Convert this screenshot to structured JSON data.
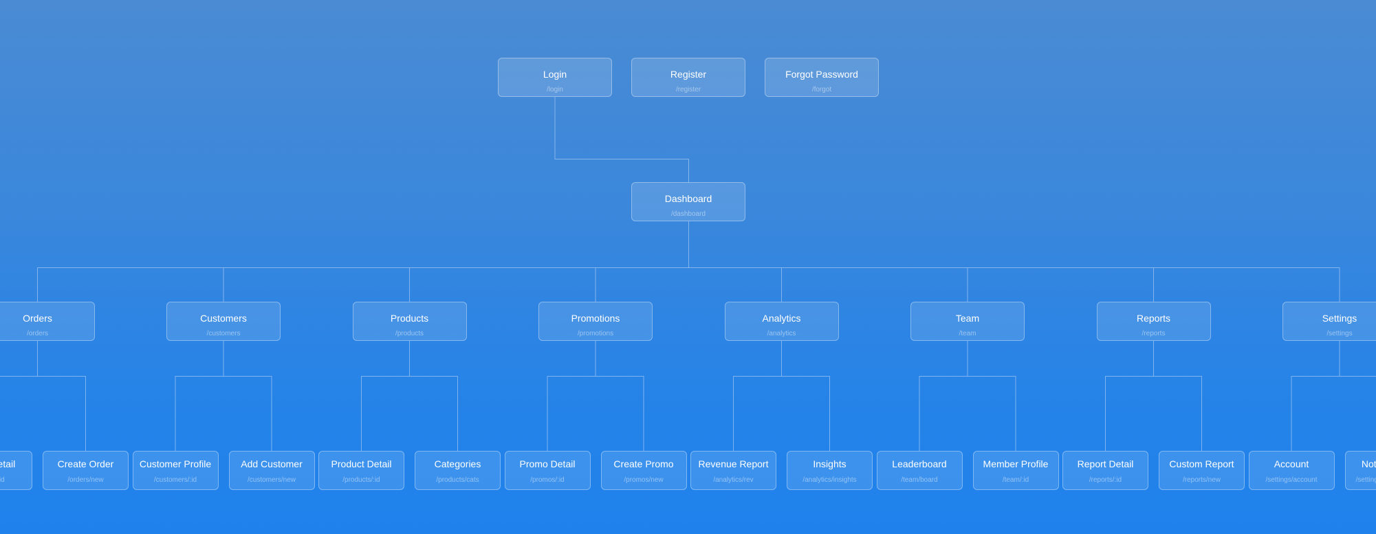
{
  "colors": {
    "background_top": "#4a8bd3",
    "background_bottom": "#1f82ec",
    "connector": "#9fc4f2"
  },
  "auth_pages": [
    {
      "title": "Login",
      "path": "/login"
    },
    {
      "title": "Register",
      "path": "/register"
    },
    {
      "title": "Forgot Password",
      "path": "/forgot"
    }
  ],
  "root": {
    "title": "Dashboard",
    "path": "/dashboard"
  },
  "sections": [
    {
      "title": "Orders",
      "path": "/orders",
      "children": [
        {
          "title": "Order Detail",
          "path": "/orders/:id"
        },
        {
          "title": "Create Order",
          "path": "/orders/new"
        }
      ]
    },
    {
      "title": "Customers",
      "path": "/customers",
      "children": [
        {
          "title": "Customer Profile",
          "path": "/customers/:id"
        },
        {
          "title": "Add Customer",
          "path": "/customers/new"
        }
      ]
    },
    {
      "title": "Products",
      "path": "/products",
      "children": [
        {
          "title": "Product Detail",
          "path": "/products/:id"
        },
        {
          "title": "Categories",
          "path": "/products/cats"
        }
      ]
    },
    {
      "title": "Promotions",
      "path": "/promotions",
      "children": [
        {
          "title": "Promo Detail",
          "path": "/promos/:id"
        },
        {
          "title": "Create Promo",
          "path": "/promos/new"
        }
      ]
    },
    {
      "title": "Analytics",
      "path": "/analytics",
      "children": [
        {
          "title": "Revenue Report",
          "path": "/analytics/rev"
        },
        {
          "title": "Insights",
          "path": "/analytics/insights"
        }
      ]
    },
    {
      "title": "Team",
      "path": "/team",
      "children": [
        {
          "title": "Leaderboard",
          "path": "/team/board"
        },
        {
          "title": "Member Profile",
          "path": "/team/:id"
        }
      ]
    },
    {
      "title": "Reports",
      "path": "/reports",
      "children": [
        {
          "title": "Report Detail",
          "path": "/reports/:id"
        },
        {
          "title": "Custom Report",
          "path": "/reports/new"
        }
      ]
    },
    {
      "title": "Settings",
      "path": "/settings",
      "children": [
        {
          "title": "Account",
          "path": "/settings/account"
        },
        {
          "title": "Notifications",
          "path": "/settings/notifications"
        }
      ]
    }
  ]
}
